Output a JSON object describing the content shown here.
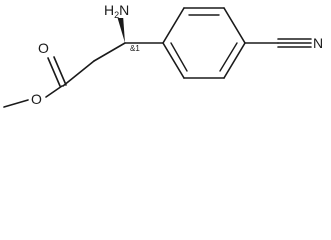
{
  "molecule": {
    "atoms": {
      "amine": {
        "symbol": "H",
        "subscript": "2",
        "suffix": "N"
      },
      "nitrile_n": "N",
      "carbonyl_o": "O",
      "ester_o": "O"
    },
    "stereo_flag": "&1"
  }
}
